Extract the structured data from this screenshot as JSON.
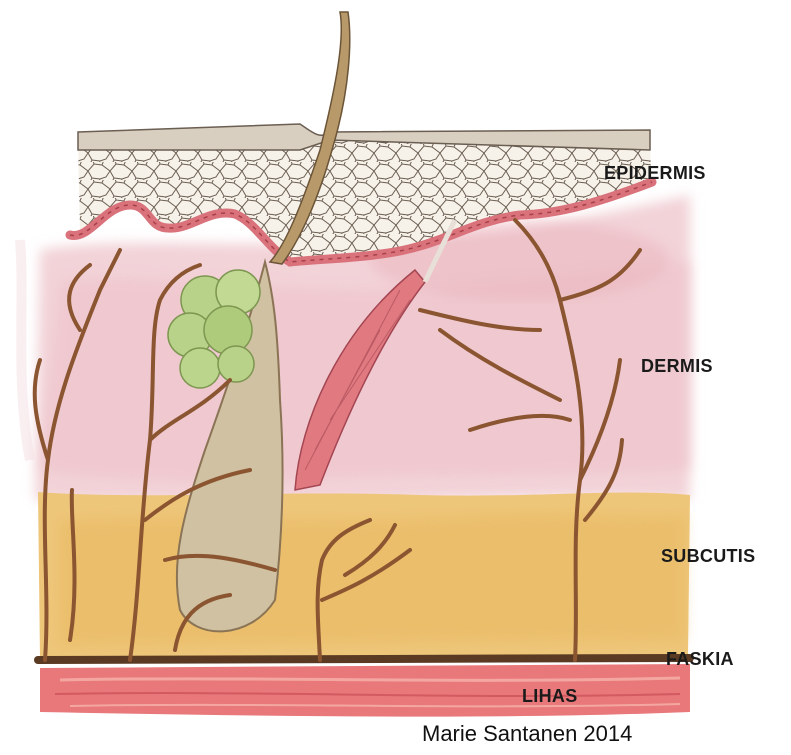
{
  "labels": {
    "epidermis": "EPIDERMIS",
    "dermis": "DERMIS",
    "subcutis": "SUBCUTIS",
    "faskia": "FASKIA",
    "lihas": "LIHAS"
  },
  "credit": "Marie Santanen 2014",
  "colors": {
    "surface": "#d8cfc0",
    "epidermis_cells": "#f4efe6",
    "basal_layer": "#d9727b",
    "dermis": "#f2d3d8",
    "subcutis": "#ecc97a",
    "fascia": "#5a3a22",
    "muscle": "#e86a6e",
    "hair": "#b89a6a",
    "sebaceous_gland": "#b9d28a",
    "arrector_muscle": "#e07a80",
    "vessels": "#8a5530"
  }
}
